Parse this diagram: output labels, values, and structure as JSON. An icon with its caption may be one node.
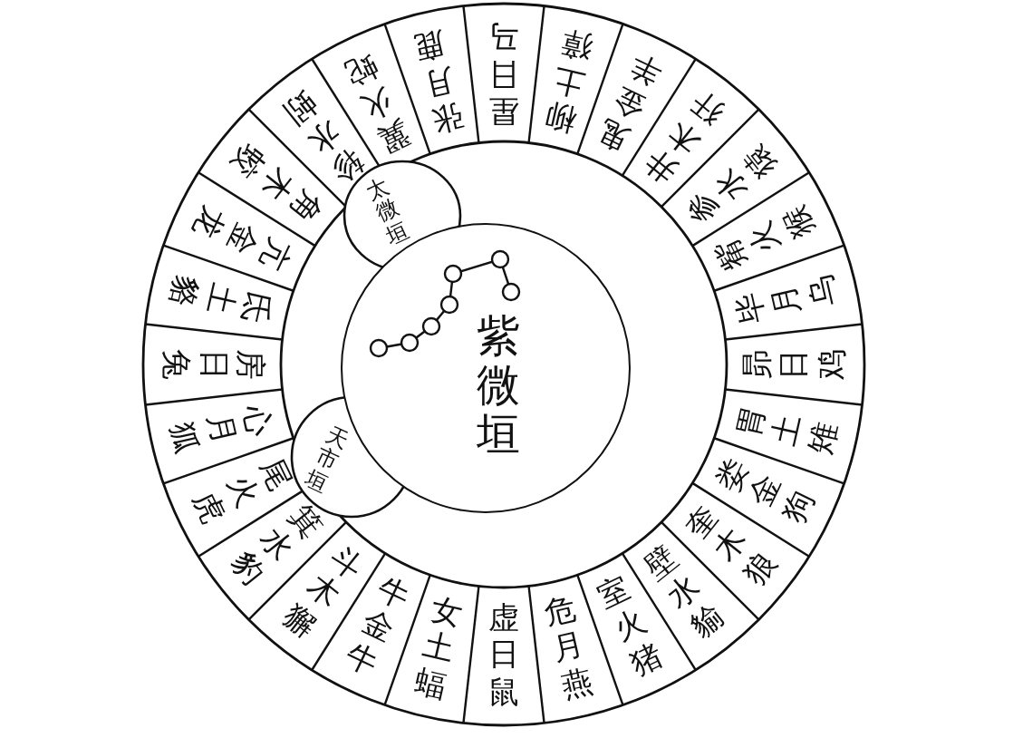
{
  "diagram": {
    "nodes": [
      {
        "text": [
          "紫微垣"
        ]
      },
      {
        "text": [
          "太微垣"
        ]
      },
      {
        "text": [
          "天市垣"
        ]
      },
      {
        "text": [
          "角木蛟"
        ]
      },
      {
        "text": [
          "亢金龙"
        ]
      },
      {
        "text": [
          "氐土貉"
        ]
      },
      {
        "text": [
          "房日兔"
        ]
      },
      {
        "text": [
          "心月狐"
        ]
      },
      {
        "text": [
          "尾火虎"
        ]
      },
      {
        "text": [
          "箕水豹"
        ]
      },
      {
        "text": [
          "斗木獬"
        ]
      },
      {
        "text": [
          "牛金牛"
        ]
      },
      {
        "text": [
          "女土蝠"
        ]
      },
      {
        "text": [
          "虚日鼠"
        ]
      },
      {
        "text": [
          "危月燕"
        ]
      },
      {
        "text": [
          "室火猪"
        ]
      },
      {
        "text": [
          "壁水貐"
        ]
      },
      {
        "text": [
          "奎木狼"
        ]
      },
      {
        "text": [
          "娄金狗"
        ]
      },
      {
        "text": [
          "胃土雉"
        ]
      },
      {
        "text": [
          "昴日鸡"
        ]
      },
      {
        "text": [
          "毕月乌"
        ]
      },
      {
        "text": [
          "觜火猴"
        ]
      },
      {
        "text": [
          "参水猿"
        ]
      },
      {
        "text": [
          "井木犴"
        ]
      },
      {
        "text": [
          "鬼金羊"
        ]
      },
      {
        "text": [
          "柳土獐"
        ]
      },
      {
        "text": [
          "星日马"
        ]
      },
      {
        "text": [
          "张月鹿"
        ]
      },
      {
        "text": [
          "翼火蛇"
        ]
      },
      {
        "text": [
          "轸水蚓"
        ]
      }
    ]
  }
}
